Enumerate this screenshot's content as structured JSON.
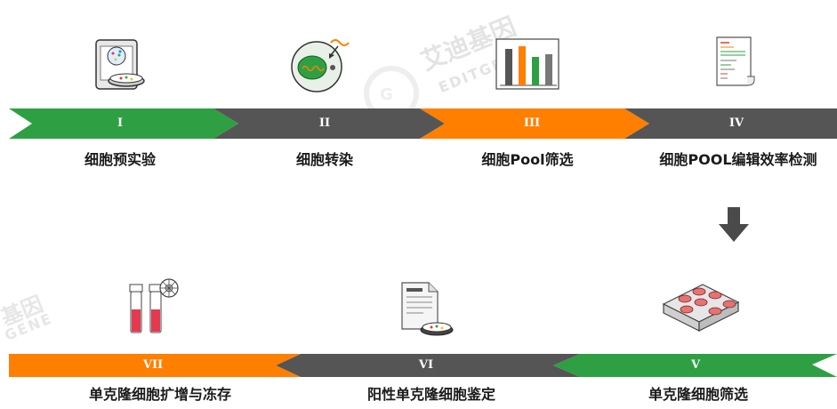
{
  "watermark": {
    "brand_cn": "艾迪基因",
    "brand_en": "EDITGENE",
    "fragment_cn": "基因",
    "fragment_en": "GENE"
  },
  "steps": [
    {
      "numeral": "I",
      "caption": "细胞预实验",
      "color": "#2ea043"
    },
    {
      "numeral": "II",
      "caption": "细胞转染",
      "color": "#555555"
    },
    {
      "numeral": "III",
      "caption": "细胞Pool筛选",
      "color": "#ff7f00"
    },
    {
      "numeral": "IV",
      "caption": "细胞POOL编辑效率检测",
      "color": "#555555"
    },
    {
      "numeral": "V",
      "caption": "单克隆细胞筛选",
      "color": "#2ea043"
    },
    {
      "numeral": "VI",
      "caption": "阳性单克隆细胞鉴定",
      "color": "#555555"
    },
    {
      "numeral": "VII",
      "caption": "单克隆细胞扩增与冻存",
      "color": "#ff7f00"
    }
  ]
}
